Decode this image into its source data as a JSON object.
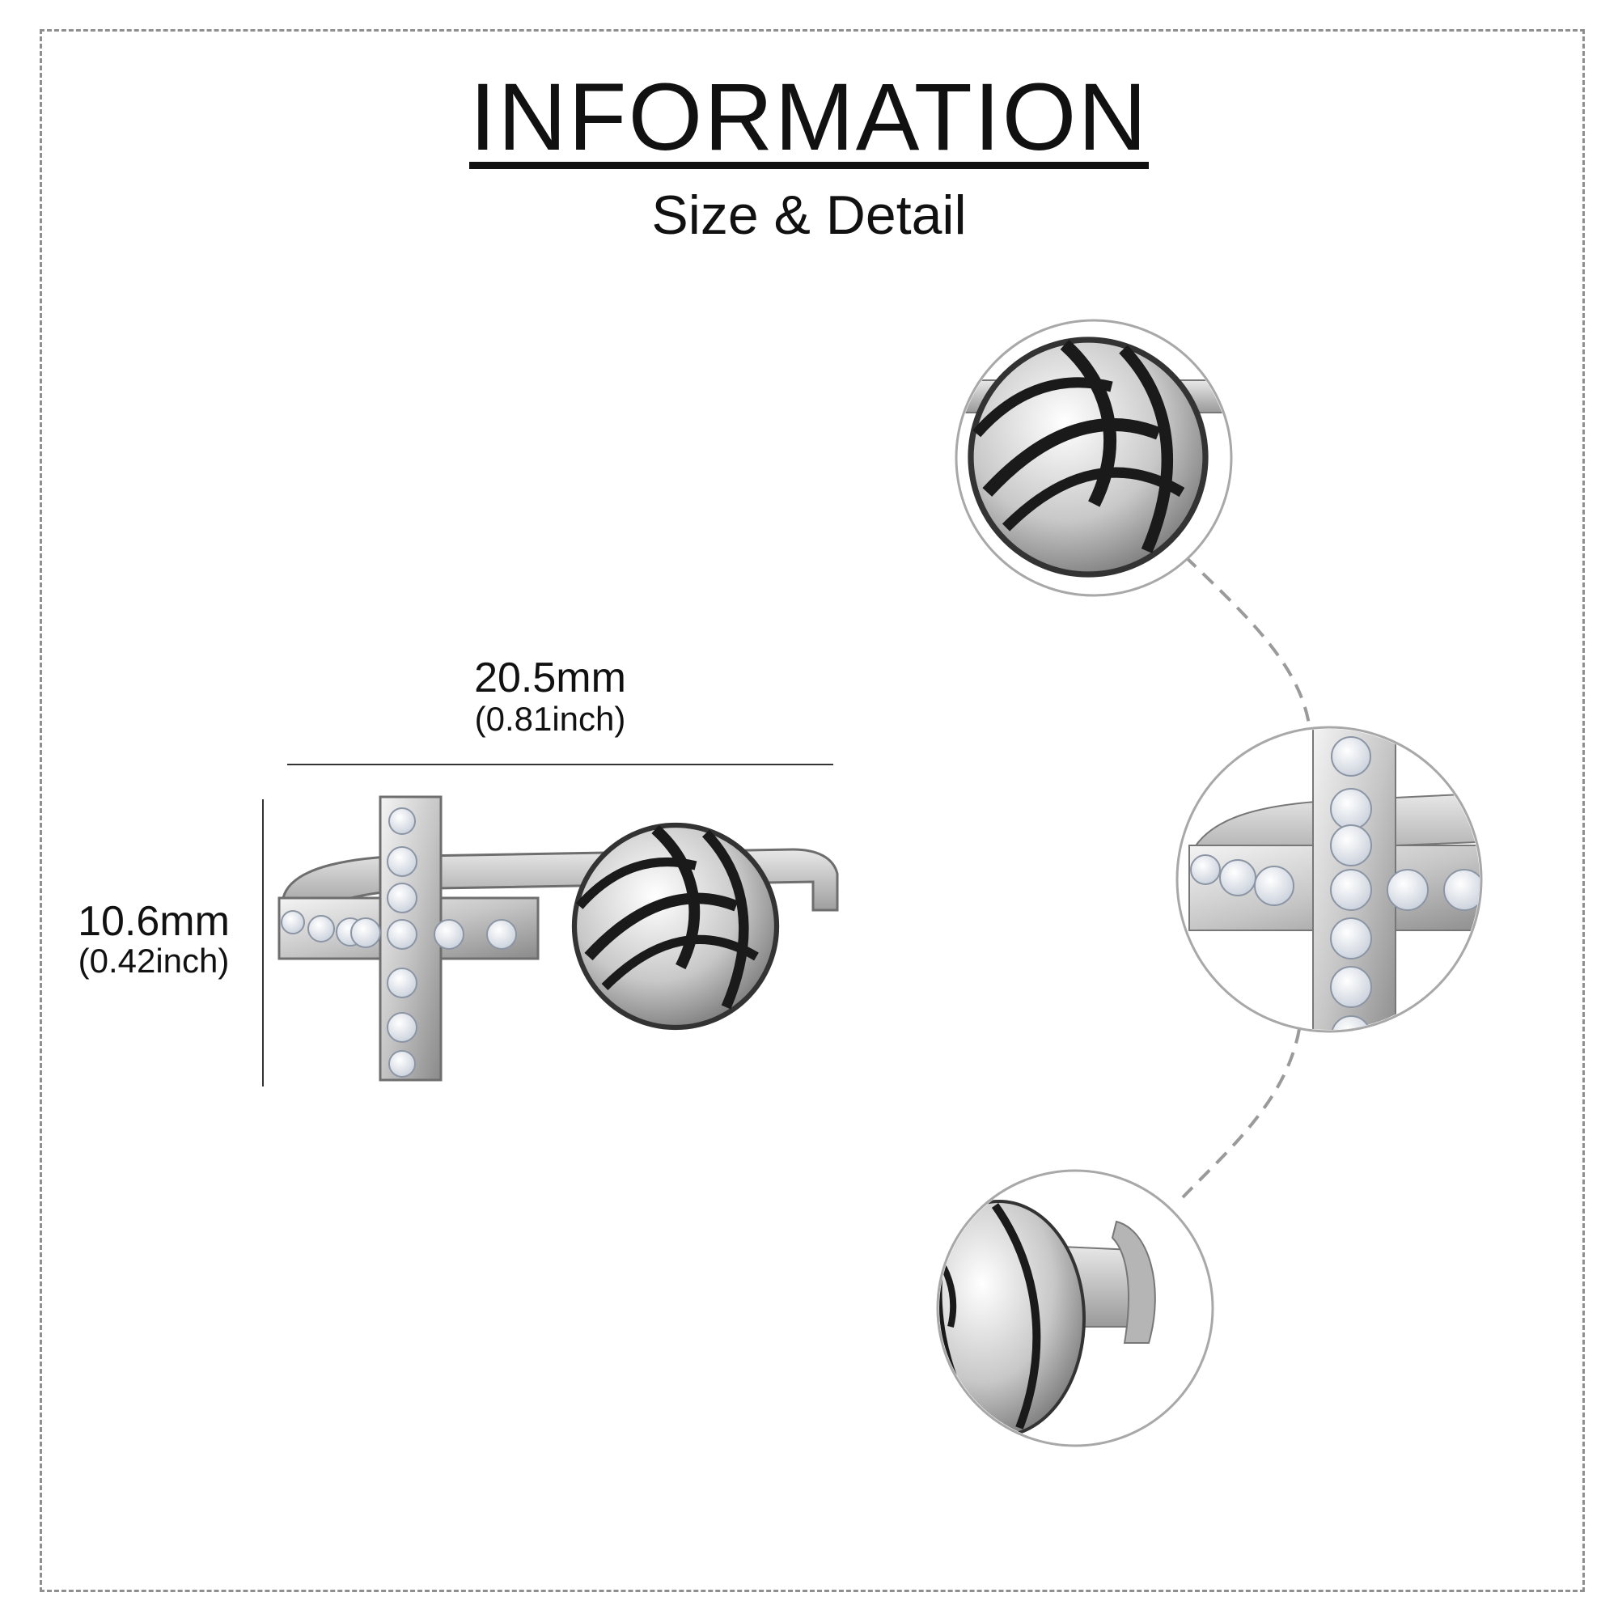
{
  "header": {
    "title": "INFORMATION",
    "subtitle": "Size & Detail"
  },
  "dimensions": {
    "width_mm": "20.5mm",
    "width_inch": "(0.81inch)",
    "height_mm": "10.6mm",
    "height_inch": "(0.42inch)"
  },
  "colors": {
    "frame_border": "#8f8f8f",
    "silver": "#c9c9c9",
    "dark_line": "#1a1a1a",
    "stone": "#eef1f6"
  }
}
